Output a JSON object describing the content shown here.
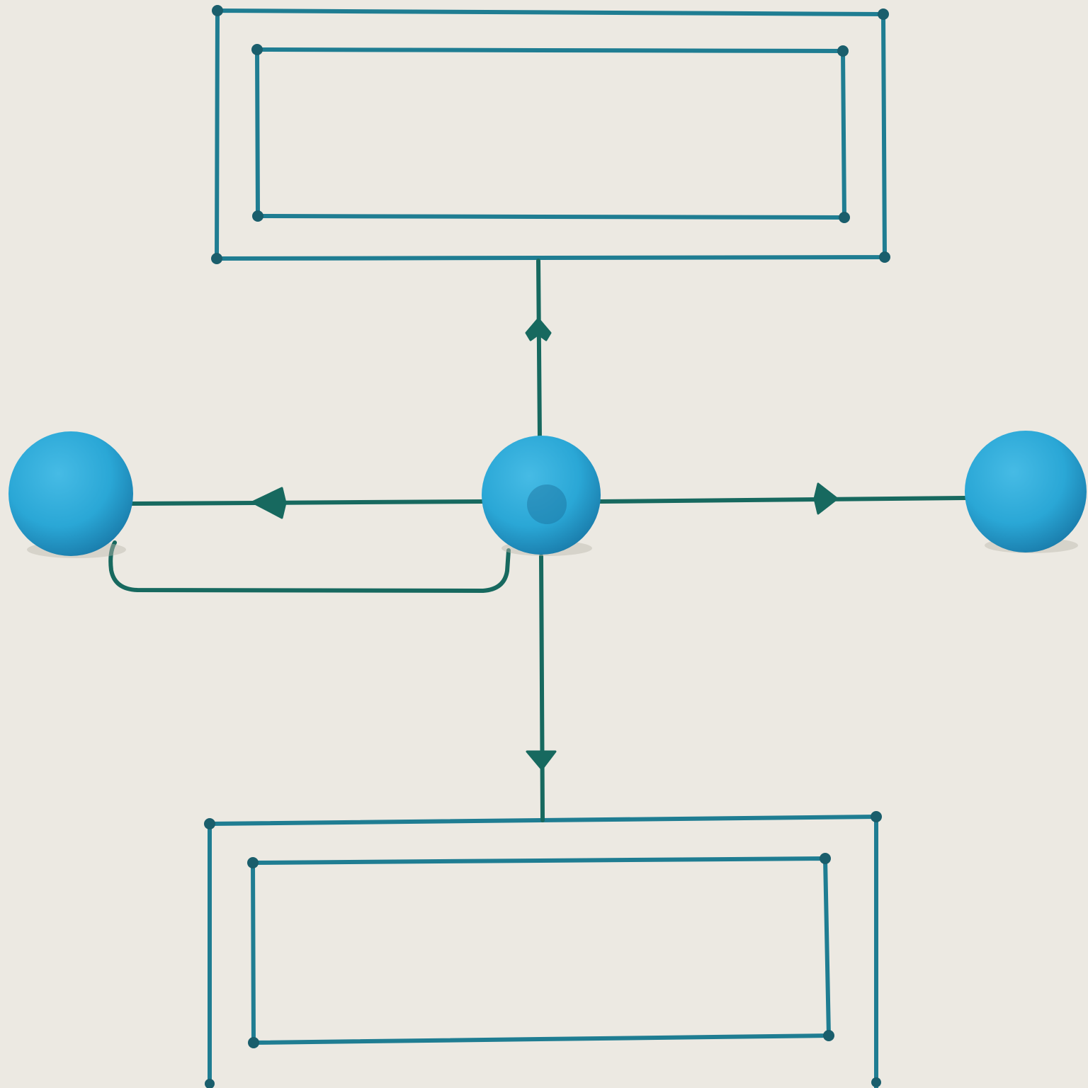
{
  "colors": {
    "paper": "#ece9e2",
    "box_ink": "#1f7d92",
    "connector_ink": "#17695f",
    "dot": "#1a5e6c",
    "ball": "#2aa7d6",
    "ball_highlight": "#46bbe5",
    "ball_shadow": "#1b7fae"
  },
  "diagram": {
    "description_visible_text": "",
    "nodes": [
      {
        "id": "top-box",
        "shape": "double-rectangle",
        "label": ""
      },
      {
        "id": "left-ball",
        "shape": "sphere",
        "label": ""
      },
      {
        "id": "center-ball",
        "shape": "sphere",
        "label": ""
      },
      {
        "id": "right-ball",
        "shape": "sphere",
        "label": ""
      },
      {
        "id": "bottom-box",
        "shape": "double-rectangle",
        "label": ""
      }
    ],
    "edges": [
      {
        "from": "top-box",
        "to": "center-ball",
        "arrow": "up",
        "label": ""
      },
      {
        "from": "center-ball",
        "to": "left-ball",
        "arrow": "left",
        "label": ""
      },
      {
        "from": "center-ball",
        "to": "right-ball",
        "arrow": "right",
        "label": ""
      },
      {
        "from": "center-ball",
        "to": "bottom-box",
        "arrow": "down",
        "label": ""
      },
      {
        "from": "left-ball",
        "to": "center-ball",
        "arrow": "none",
        "label": ""
      }
    ]
  }
}
